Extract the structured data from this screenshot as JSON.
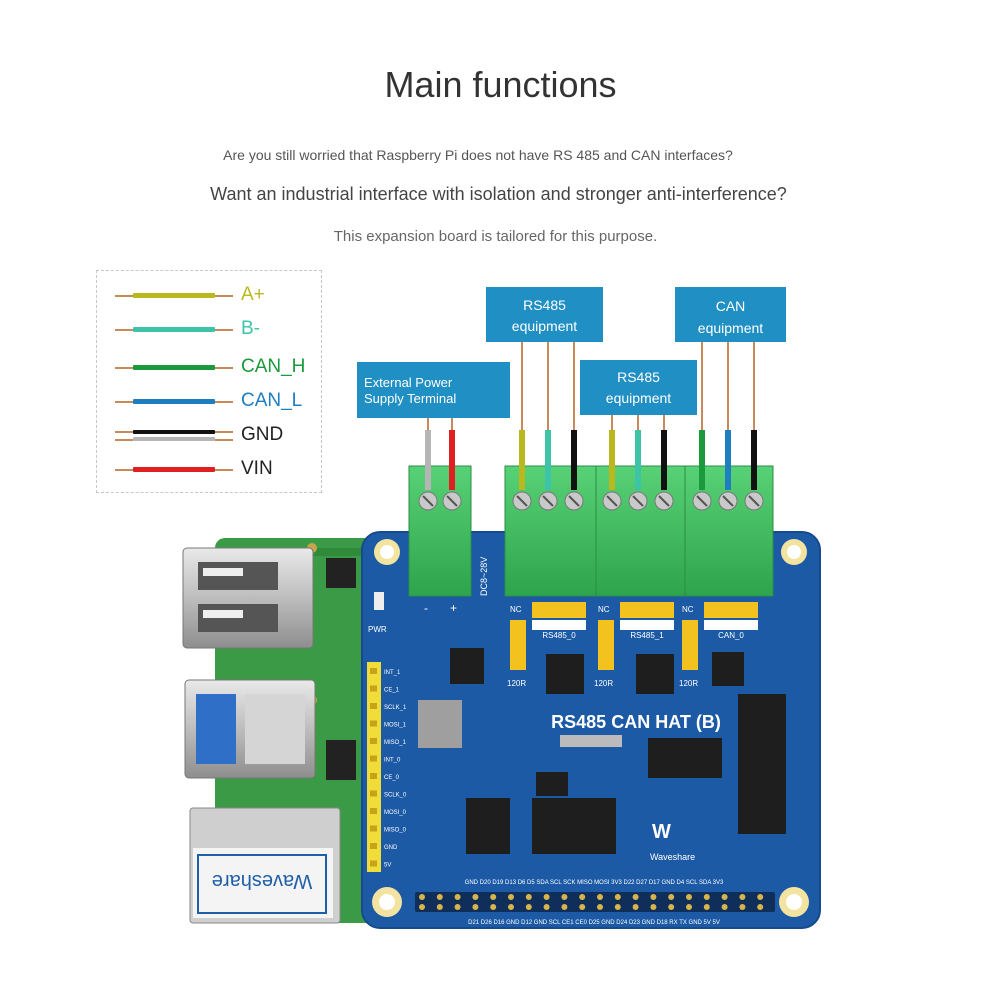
{
  "header": {
    "title": "Main functions",
    "line1": "Are you still worried that Raspberry Pi does not have RS 485 and CAN interfaces?",
    "line2": "Want an industrial interface with isolation and stronger anti-interference?",
    "line3": "This expansion board is tailored for this purpose."
  },
  "legend": [
    {
      "label": "A+",
      "color": "#b9b81f"
    },
    {
      "label": "B-",
      "color": "#3cc3a8"
    },
    {
      "label": "CAN_H",
      "color": "#1a9a3c"
    },
    {
      "label": "CAN_L",
      "color": "#1e7fc0"
    },
    {
      "label": "GND",
      "color": "#111111"
    },
    {
      "label": "VIN",
      "color": "#e02020"
    }
  ],
  "callouts": {
    "power": "External Power Supply Terminal",
    "rs485_a_line1": "RS485",
    "rs485_a_line2": "equipment",
    "rs485_b_line1": "RS485",
    "rs485_b_line2": "equipment",
    "can_line1": "CAN",
    "can_line2": "equipment"
  },
  "board": {
    "name": "RS485 CAN HAT (B)",
    "brand": "Waveshare",
    "voltage": "DC8~28V",
    "pwr": "PWR",
    "minus": "-",
    "plus": "+",
    "nc1": "NC",
    "nc2": "NC",
    "nc3": "NC",
    "jumper1_label": "RS485_0",
    "jumper2_label": "RS485_1",
    "jumper3_label": "CAN_0",
    "res1": "120R",
    "res2": "120R",
    "res3": "120R",
    "gpio_top": "GND D20 D19 D13 D6 D5 SDA SCL SCK MISO MOSI 3V3 D22 D27 D17 GND D4 SCL SDA 3V3",
    "gpio_bottom": "D21 D26 D16 GND D12 GND SCL CE1 CE0 D25 GND D24 D23 GND D18 RX TX GND 5V 5V",
    "side_pins": [
      "INT_1",
      "CE_1",
      "SCLK_1",
      "MOSI_1",
      "MISO_1",
      "INT_0",
      "CE_0",
      "SCLK_0",
      "MOSI_0",
      "MISO_0",
      "GND",
      "5V"
    ],
    "pi_label": "Waveshare"
  },
  "colors": {
    "board_blue": "#1d5aa6",
    "terminal_green": "#3ebd5e",
    "callout_blue": "#1f8fc4",
    "pi_green": "#3b9a45"
  }
}
